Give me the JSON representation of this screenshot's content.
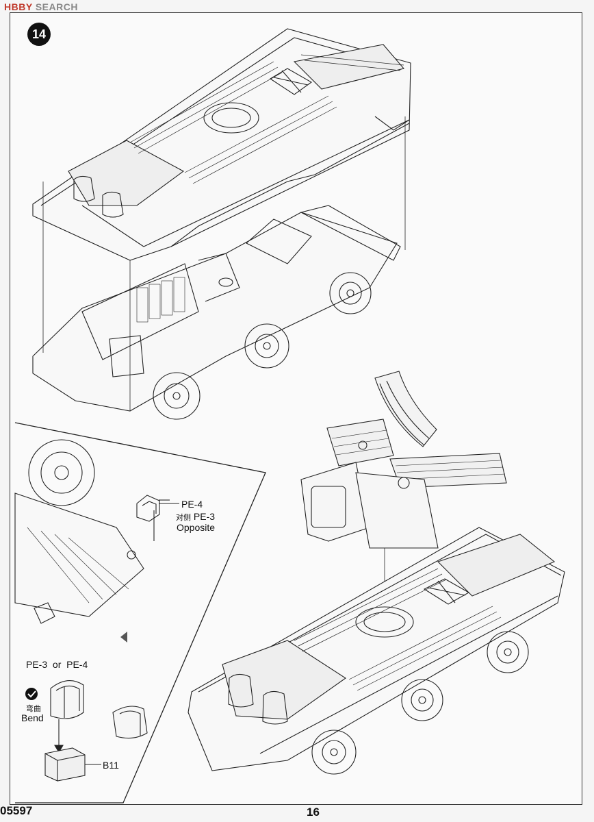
{
  "watermark": {
    "brand": "H",
    "brand_rest": "BBY",
    "search": "SEARCH"
  },
  "step": {
    "number": "14"
  },
  "callouts": {
    "pe4_label": "PE-4",
    "opposite_cn": "对侧",
    "pe3_label": "PE-3",
    "opposite_en": "Opposite",
    "choice_label": "PE-3  or  PE-4",
    "bend_cn": "弯曲",
    "bend_en": "Bend",
    "b11_label": "B11"
  },
  "footer": {
    "part_number": "05597",
    "page_number": "16"
  }
}
